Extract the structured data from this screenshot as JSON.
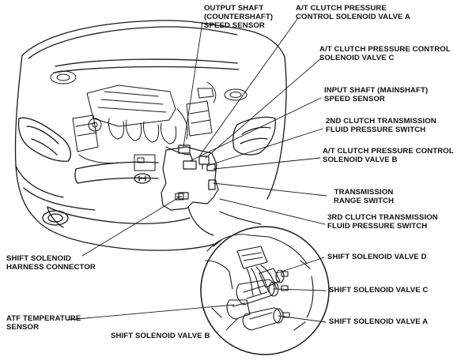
{
  "labels": {
    "output_shaft": [
      "OUTPUT SHAFT",
      "(COUNTERSHAFT)",
      "SPEED SENSOR"
    ],
    "valve_a_top": [
      "A/T CLUTCH PRESSURE",
      "CONTROL SOLENOID VALVE A"
    ],
    "valve_c_top": [
      "A/T CLUTCH PRESSURE CONTROL",
      "SOLENOID VALVE C"
    ],
    "input_shaft": [
      "INPUT SHAFT (MAINSHAFT)",
      "SPEED SENSOR"
    ],
    "clutch2_switch": [
      "2ND CLUTCH TRANSMISSION",
      "FLUID PRESSURE SWITCH"
    ],
    "valve_b_top": [
      "A/T CLUTCH PRESSURE CONTROL",
      "SOLENOID VALVE B"
    ],
    "range_switch": [
      "TRANSMISSION",
      "RANGE SWITCH"
    ],
    "clutch3_switch": [
      "3RD CLUTCH TRANSMISSION",
      "FLUID PRESSURE SWITCH"
    ],
    "harness_connector": [
      "SHIFT SOLENOID",
      "HARNESS CONNECTOR"
    ],
    "shift_valve_d": "SHIFT SOLENOID VALVE D",
    "shift_valve_c": "SHIFT SOLENOID VALVE C",
    "atf_sensor": [
      "ATF TEMPERATURE",
      "SENSOR"
    ],
    "shift_valve_a": "SHIFT SOLENOID VALVE A",
    "shift_valve_b": "SHIFT SOLENOID VALVE B"
  }
}
